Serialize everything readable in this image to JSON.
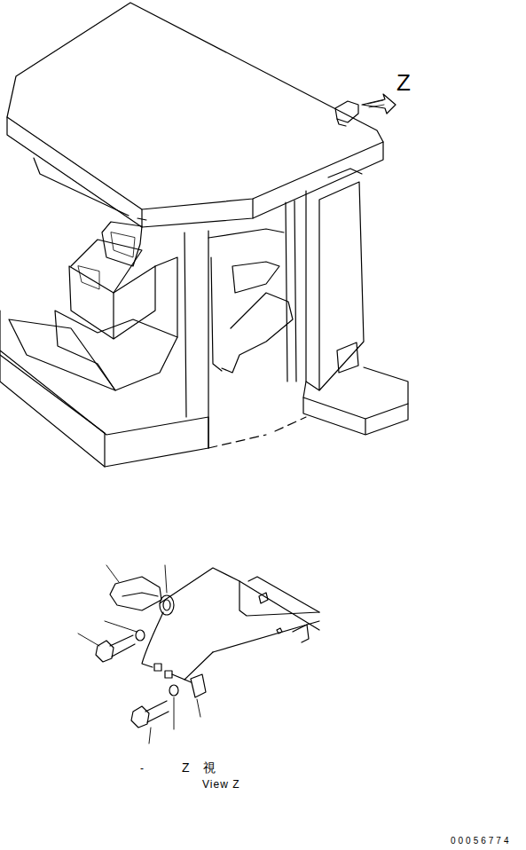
{
  "diagram": {
    "labels": [
      "Z",
      "Z 視",
      "View Z",
      "-",
      "00056774"
    ]
  }
}
